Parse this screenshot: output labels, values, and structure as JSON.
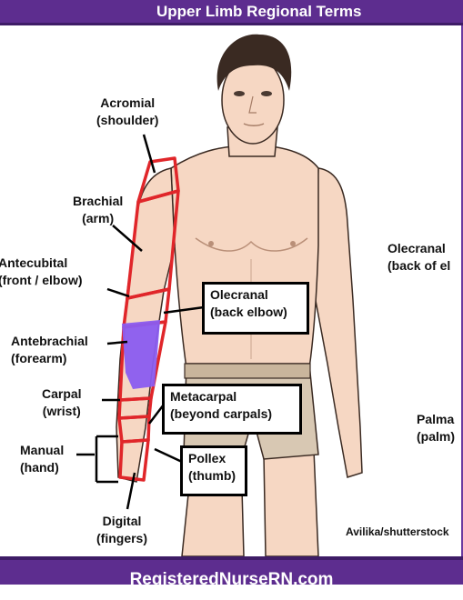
{
  "header": {
    "title": "Upper Limb Regional Terms"
  },
  "footer": {
    "site": "RegisteredNurseRN.com"
  },
  "labels": {
    "acromial": {
      "term": "Acromial",
      "desc": "(shoulder)"
    },
    "brachial": {
      "term": "Brachial",
      "desc": "(arm)"
    },
    "antecubital": {
      "term": "Antecubital",
      "desc": "(front / elbow)"
    },
    "antebrachial": {
      "term": "Antebrachial",
      "desc": "(forearm)"
    },
    "carpal": {
      "term": "Carpal",
      "desc": "(wrist)"
    },
    "manual": {
      "term": "Manual",
      "desc": "(hand)"
    },
    "digital": {
      "term": "Digital",
      "desc": "(fingers)"
    },
    "olecranal_box": {
      "term": "Olecranal",
      "desc": "(back elbow)"
    },
    "metacarpal_box": {
      "term": "Metacarpal",
      "desc": "(beyond carpals)"
    },
    "pollex_box": {
      "term": "Pollex",
      "desc": "(thumb)"
    },
    "olecranal_right": {
      "term": "Olecranal",
      "desc": "(back of el"
    },
    "palmar_right": {
      "term": "Palma",
      "desc": "(palm)"
    }
  },
  "credit": "Avilika/shutterstock",
  "colors": {
    "header_bg": "#5d2d8f",
    "outline_red": "#e0262a",
    "forearm_fill": "#8a5cf0",
    "skin": "#f6d7c3",
    "shorts": "#d8c8b3",
    "hair": "#3a2a22"
  }
}
